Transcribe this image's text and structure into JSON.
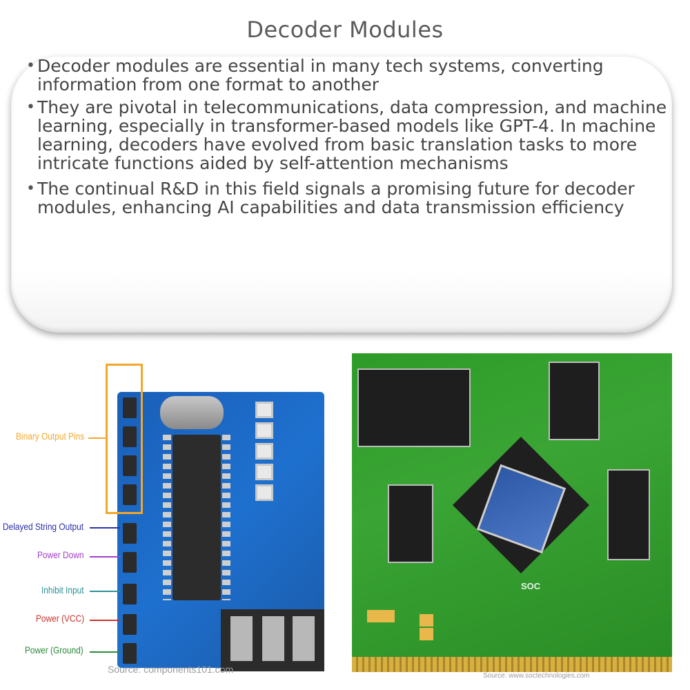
{
  "title": "Decoder Modules",
  "bullets": [
    "Decoder modules are essential in many tech systems, converting information from one format to another",
    "They are pivotal in telecommunications, data compression, and machine learning, especially in transformer-based models like GPT-4. In machine learning, decoders have evolved from basic translation tasks to more intricate functions aided by self-attention mechanisms",
    "The continual R&D in this field signals a promising future for decoder modules, enhancing AI capabilities and data transmission efficiency"
  ],
  "left_image": {
    "labels": {
      "binary_output_pins": "Binary Output Pins",
      "delayed_string_output": "Delayed String Output",
      "power_down": "Power Down",
      "inhibit_input": "Inhibit Input",
      "power_vcc": "Power (VCC)",
      "power_ground": "Power (Ground)"
    },
    "label_colors": {
      "binary_output_pins": "#f2a72a",
      "delayed_string_output": "#2b2fa8",
      "power_down": "#a23fc9",
      "inhibit_input": "#2b8f96",
      "power_vcc": "#c8332b",
      "power_ground": "#2a8a3a"
    },
    "source": "Source: components101.com"
  },
  "right_image": {
    "board_label": "SOC",
    "source": "Source: www.soctechnologies.com"
  },
  "colors": {
    "title": "#5a5a5a",
    "text": "#444444",
    "highlight": "#f2a72a"
  }
}
